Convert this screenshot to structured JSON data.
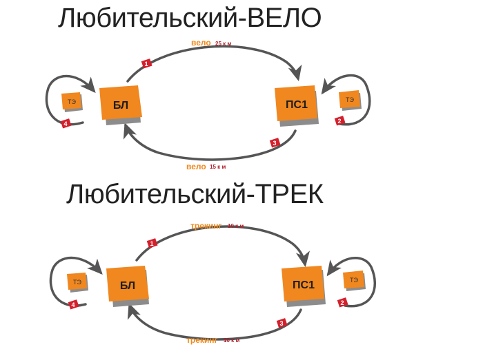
{
  "colors": {
    "box_orange": "#f0871f",
    "box_shadow": "#8c8c8c",
    "arrow": "#555555",
    "step_badge": "#d4202c",
    "edge_word": "#f08a1c",
    "edge_dist": "#b0202a"
  },
  "diagrams": [
    {
      "title": "Любительский-ВЕЛО",
      "node_start": "БЛ",
      "node_end": "ПС1",
      "node_left_te": "ТЭ",
      "node_right_te": "ТЭ",
      "edge_forward": {
        "word": "вело",
        "dist": "25 к м",
        "step": "1"
      },
      "edge_back": {
        "word": "вело",
        "dist": "15 к м",
        "step": "3"
      },
      "loop_right_step": "2",
      "loop_left_step": "4"
    },
    {
      "title": "Любительский-ТРЕК",
      "node_start": "БЛ",
      "node_end": "ПС1",
      "node_left_te": "ТЭ",
      "node_right_te": "ТЭ",
      "edge_forward": {
        "word": "трекинг",
        "dist": "10 к м",
        "step": "1"
      },
      "edge_back": {
        "word": "трекинг",
        "dist": "10 к м",
        "step": "3"
      },
      "loop_right_step": "2",
      "loop_left_step": "4"
    }
  ]
}
